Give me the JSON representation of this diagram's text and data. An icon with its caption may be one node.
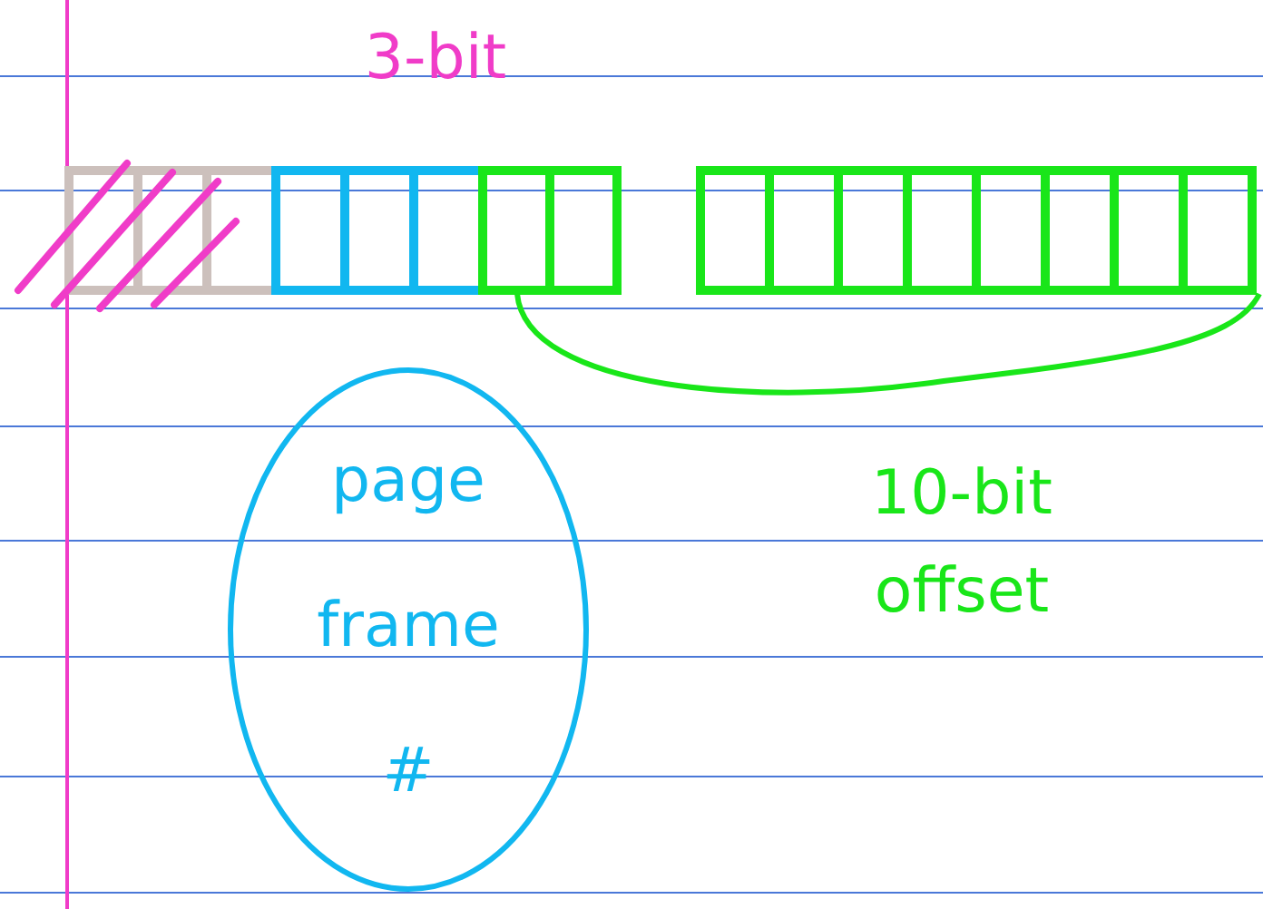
{
  "diagram": {
    "nodes": [
      {
        "text": [
          "page frame #"
        ]
      }
    ],
    "labels": [
      "3-bit",
      "10-bit offset"
    ]
  }
}
